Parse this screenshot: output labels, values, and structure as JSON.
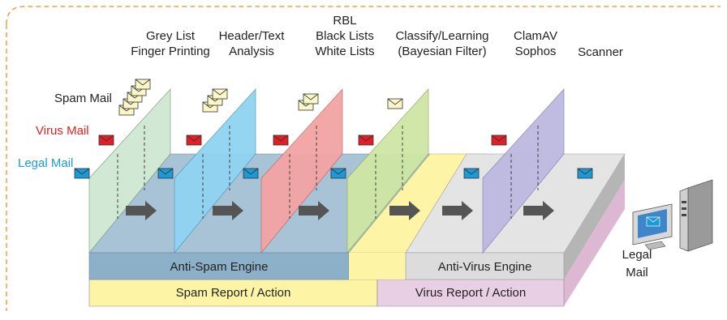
{
  "legend": {
    "spam": "Spam Mail",
    "virus": "Virus Mail",
    "legal": "Legal Mail"
  },
  "stages": [
    {
      "lines": [
        "Grey List",
        "Finger Printing"
      ]
    },
    {
      "lines": [
        "Header/Text",
        "Analysis"
      ]
    },
    {
      "lines": [
        "RBL",
        "Black Lists",
        "White Lists"
      ]
    },
    {
      "lines": [
        "Classify/Learning",
        "(Bayesian Filter)"
      ]
    },
    {
      "lines": [
        "ClamAV",
        "Sophos"
      ]
    },
    {
      "lines": [
        "Scanner"
      ]
    }
  ],
  "engines": {
    "anti_spam": "Anti-Spam Engine",
    "anti_virus": "Anti-Virus Engine"
  },
  "reports": {
    "spam": "Spam Report / Action",
    "virus": "Virus Report / Action"
  },
  "destination": [
    "Legal",
    "Mail"
  ],
  "colors": {
    "border": "#f0a040",
    "platform_top": "#a9c3d6",
    "platform_front": "#7fa6c3",
    "av_top": "#e4e4e4",
    "av_front": "#c8c8c8",
    "yellow": "#fdf4a6",
    "pink": "#e9cfe3",
    "panel_green": "#cfe7d2",
    "panel_blue": "#8fd3f1",
    "panel_red": "#f3a4a4",
    "panel_lime": "#cfe6a5",
    "panel_lavender": "#bcb8e0",
    "spam_envelope": "#fbf6c7",
    "virus_envelope": "#e01f26",
    "legal_envelope": "#1a9bd7"
  }
}
